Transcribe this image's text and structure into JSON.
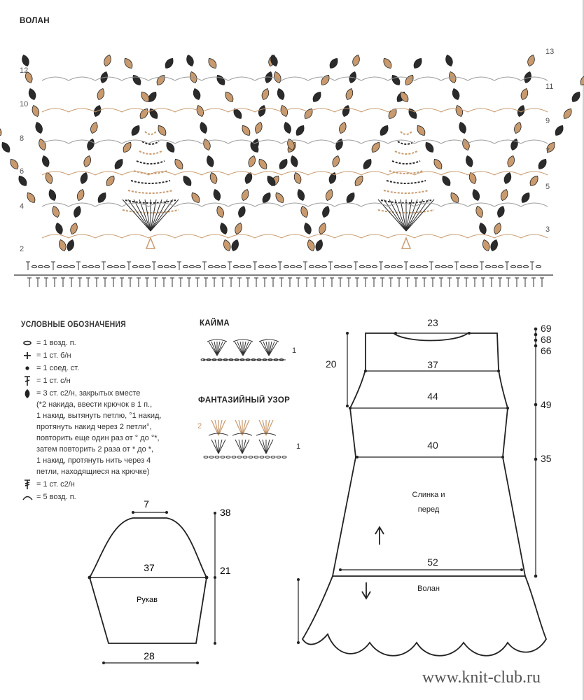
{
  "titles": {
    "volan": "ВОЛАН",
    "kaima": "КАЙМА",
    "fantasy": "ФАНТАЗИЙНЫЙ УЗОР"
  },
  "colors": {
    "dark": "#2b2b2b",
    "tan": "#c89a6e",
    "line": "#333333"
  },
  "chart": {
    "left_rows": [
      "12",
      "10",
      "8",
      "6",
      "4",
      "2"
    ],
    "right_rows": [
      "13",
      "11",
      "9",
      "7",
      "5",
      "3"
    ]
  },
  "legend": {
    "title": "УСЛОВНЫЕ ОБОЗНАЧЕНИЯ",
    "items": [
      {
        "icon": "chain-stitch-icon",
        "text": "= 1 возд. п."
      },
      {
        "icon": "single-crochet-icon",
        "text": "= 1 ст. б/н"
      },
      {
        "icon": "slip-stitch-icon",
        "text": "= 1 соед. ст."
      },
      {
        "icon": "double-crochet-icon",
        "text": "= 1 ст. с/н"
      },
      {
        "icon": "cluster-icon",
        "text": "= 3 ст. с2/н, закрытых вместе\n(*2 накида, ввести крючок в 1 п.,\n1 накид, вытянуть петлю, °1 накид,\nпротянуть накид через 2 петли°,\nповторить еще один раз от ° до °*,\nзатем повторить  2 раза от * до *,\n1 накид, протянуть нить через 4\nпетли, находящиеся на крючке)"
      },
      {
        "icon": "treble-crochet-icon",
        "text": "= 1 ст. с2/н"
      },
      {
        "icon": "chain-arc-icon",
        "text": "= 5 возд. п."
      }
    ]
  },
  "kaima": {
    "row": "1"
  },
  "fantasy": {
    "row1": "1",
    "row2": "2"
  },
  "sleeve": {
    "top": "7",
    "width": "37",
    "bottom": "28",
    "height_total": "38",
    "height_cap": "21",
    "label": "Рукав"
  },
  "body": {
    "neck": "23",
    "shoulder": "37",
    "chest": "44",
    "waist": "40",
    "hem": "52",
    "armhole": "20",
    "ruffle_height": "20",
    "label_line1": "Слинка и",
    "label_line2": "перед",
    "ruffle_label": "Волан",
    "h69": "69",
    "h68": "68",
    "h66": "66",
    "h49": "49",
    "h35": "35"
  },
  "watermark": "www.knit-club.ru"
}
